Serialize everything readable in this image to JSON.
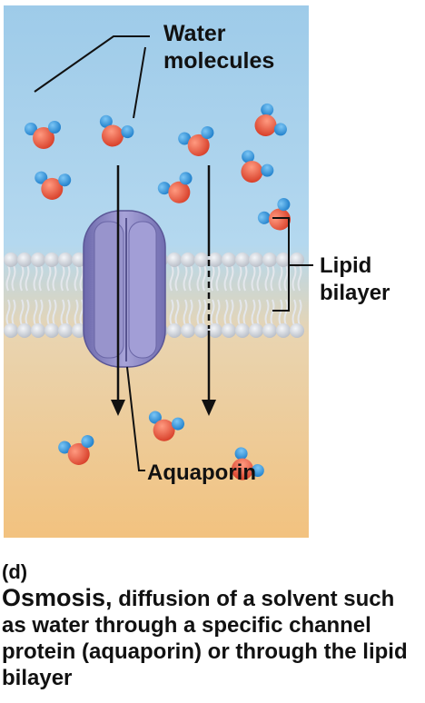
{
  "figure": {
    "labels": {
      "water_line1": "Water",
      "water_line2": "molecules",
      "lipid_line1": "Lipid",
      "lipid_line2": "bilayer",
      "aquaporin": "Aquaporin"
    },
    "colors": {
      "top_bg": "#a9d2ec",
      "bottom_bg": "#f0c88c",
      "membrane_head": "#cdd3dc",
      "protein": "#8a86c2",
      "oxygen": "#e8553c",
      "hydrogen": "#2b8fd8"
    }
  },
  "caption": {
    "panel_letter": "(d)",
    "heading": "Osmosis,",
    "text": " diffusion of a solvent such as water through a specific channel protein (aquaporin) or through the lipid bilayer"
  }
}
